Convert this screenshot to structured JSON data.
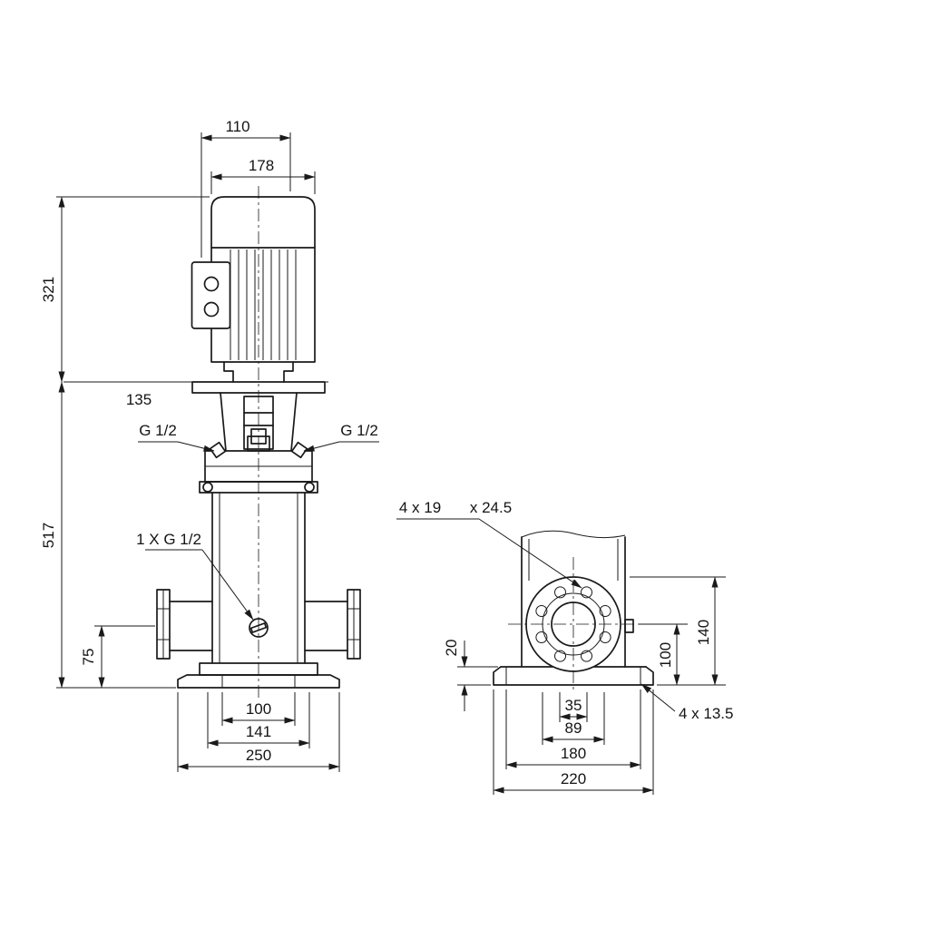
{
  "page": {
    "background": "#ffffff",
    "line_color": "#1a1a1a"
  },
  "front_view": {
    "dim_width_110": "110",
    "dim_width_178": "178",
    "dim_height_321": "321",
    "dim_height_517": "517",
    "dim_135": "135",
    "plug_left": "G 1/2",
    "plug_right": "G 1/2",
    "drain_plug": "1 X G 1/2",
    "dim_75": "75",
    "dim_100": "100",
    "dim_141": "141",
    "dim_250": "250"
  },
  "side_view": {
    "flange_holes": "4 x 19",
    "flange_spotface": "x 24.5",
    "dim_20": "20",
    "dim_100": "100",
    "dim_140": "140",
    "base_holes": "4 x 13.5",
    "dim_35": "35",
    "dim_89": "89",
    "dim_180": "180",
    "dim_220": "220"
  }
}
